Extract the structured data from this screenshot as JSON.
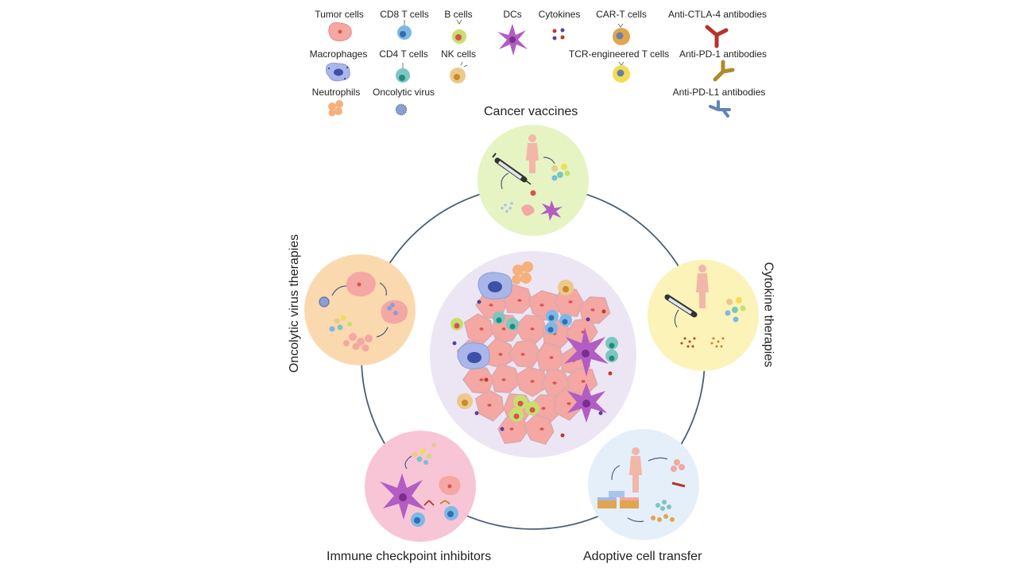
{
  "legend": {
    "tumor_cells": "Tumor cells",
    "cd8_t_cells": "CD8 T cells",
    "b_cells": "B cells",
    "dcs": "DCs",
    "cytokines": "Cytokines",
    "car_t_cells": "CAR-T cells",
    "anti_ctla4": "Anti-CTLA-4 antibodies",
    "macrophages": "Macrophages",
    "cd4_t_cells": "CD4 T cells",
    "nk_cells": "NK cells",
    "tcr_t_cells": "TCR-engineered T cells",
    "anti_pd1": "Anti-PD-1 antibodies",
    "neutrophils": "Neutrophils",
    "oncolytic_virus": "Oncolytic virus",
    "anti_pdl1": "Anti-PD-L1 antibodies"
  },
  "therapies": {
    "cancer_vaccines": "Cancer vaccines",
    "cytokine_therapies": "Cytokine therapies",
    "adoptive_cell_transfer": "Adoptive cell transfer",
    "immune_checkpoint_inhibitors": "Immune checkpoint inhibitors",
    "oncolytic_virus_therapies": "Oncolytic virus therapies"
  },
  "colors": {
    "ring": "#4a5f78",
    "tumor": "#f4a7a3",
    "tumor_nucleus": "#d9534f",
    "center_bg": "#ece6f4",
    "vaccine_bg": "#e6f3c3",
    "cytokine_bg": "#fbf3b8",
    "act_bg": "#e4effa",
    "ici_bg": "#f7c5d6",
    "ov_bg": "#fbd9ae",
    "cd8": "#7fb7e6",
    "cd4": "#7cc6bf",
    "bcell": "#c6df6f",
    "nk": "#ecc98b",
    "dc": "#b25dc3",
    "macrophage": "#a9b6ea",
    "neutrophil": "#f6b07b",
    "virus": "#8c9fd4",
    "cart": "#e0a54f",
    "tcr": "#f2dc55",
    "ctla4": "#b8332b",
    "pd1": "#b08a2a",
    "pdl1": "#5f86b5"
  }
}
